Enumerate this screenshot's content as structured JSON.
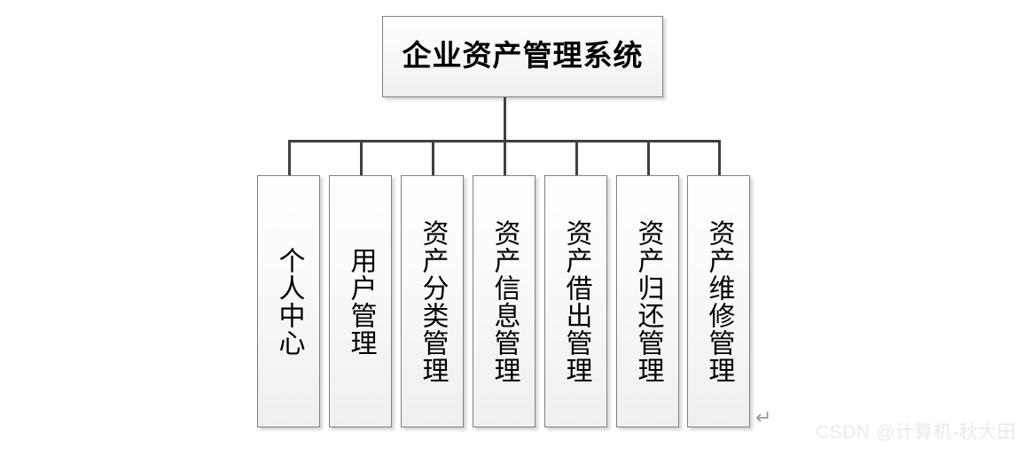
{
  "diagram": {
    "type": "organization-chart",
    "background_color": "#ffffff",
    "line_color": "#404040",
    "box_border_color": "#808080",
    "text_color": "#000000",
    "root": {
      "label": "企业资产管理系统"
    },
    "children": [
      {
        "label": "个人中心"
      },
      {
        "label": "用户管理"
      },
      {
        "label": "资产分类管理"
      },
      {
        "label": "资产信息管理"
      },
      {
        "label": "资产借出管理"
      },
      {
        "label": "资产归还管理"
      },
      {
        "label": "资产维修管理"
      }
    ]
  },
  "annotations": {
    "paragraph_mark": "↵",
    "paragraph_mark_color": "#9a9a9a"
  },
  "watermark": {
    "text": "CSDN @计算机-秋大田",
    "color": "#e8eaec"
  }
}
